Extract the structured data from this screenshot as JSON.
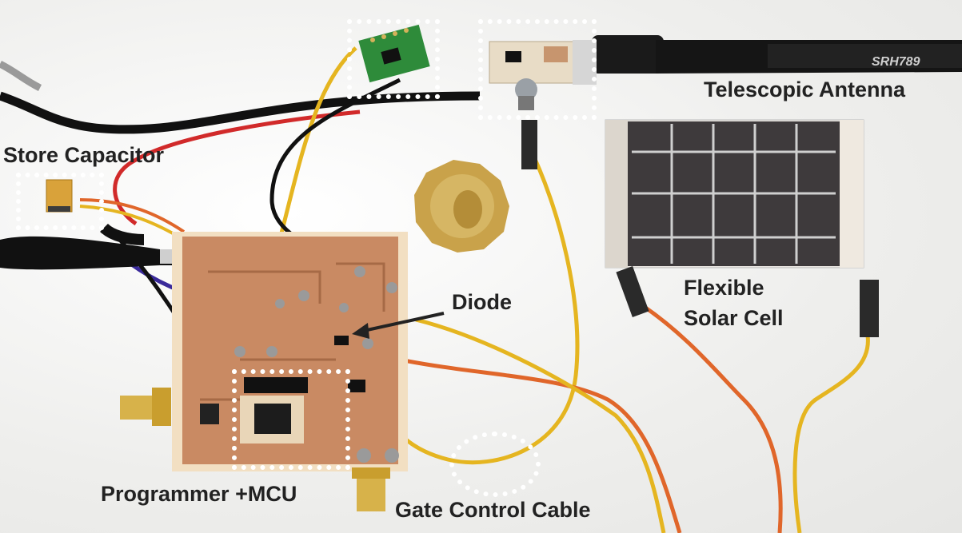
{
  "labels": {
    "store_capacitor": "Store Capacitor",
    "telescopic_antenna": "Telescopic Antenna",
    "diode": "Diode",
    "flexible_solar_cell_line1": "Flexible",
    "flexible_solar_cell_line2": "Solar Cell",
    "programmer_mcu": "Programmer +MCU",
    "gate_control_cable": "Gate Control Cable"
  },
  "antenna_marking": "SRH789",
  "colors": {
    "background": "#f0f0ee",
    "pcb_copper": "#c98a63",
    "pcb_substrate": "#f2dfc2",
    "solar_cell": "#3e3a3c",
    "label_text": "#222222",
    "highlight_box": "#ffffff",
    "wire_red": "#d12a2a",
    "wire_yellow": "#e5b520",
    "wire_orange": "#e0662a",
    "wire_black": "#111111",
    "wire_blue": "#3a2a9a",
    "coin": "#c9a24a"
  }
}
